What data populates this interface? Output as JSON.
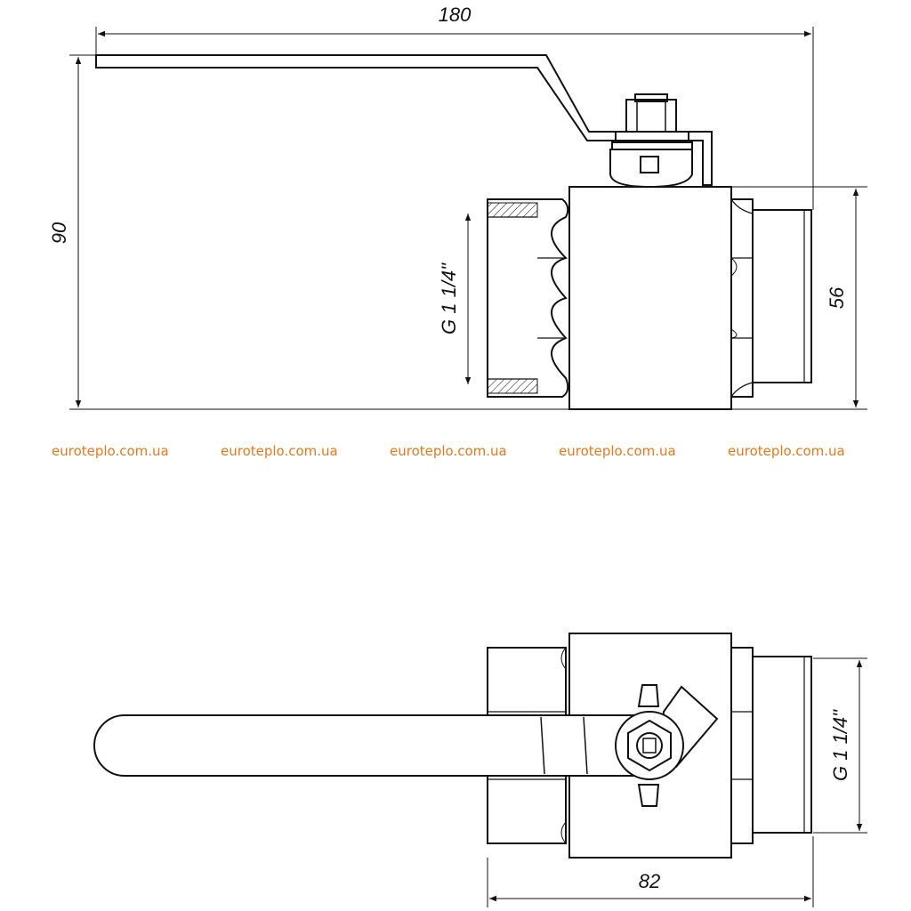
{
  "dimensions": {
    "overall_length": "180",
    "overall_height": "90",
    "body_height": "56",
    "thread_side": "G 1 1/4\"",
    "thread_bottom": "G 1 1/4\"",
    "bottom_length": "82"
  },
  "watermark": {
    "text": "euroteplo.com.ua",
    "count": 5,
    "color": "#E07A1F"
  },
  "colors": {
    "line": "#111111",
    "background": "#ffffff"
  }
}
